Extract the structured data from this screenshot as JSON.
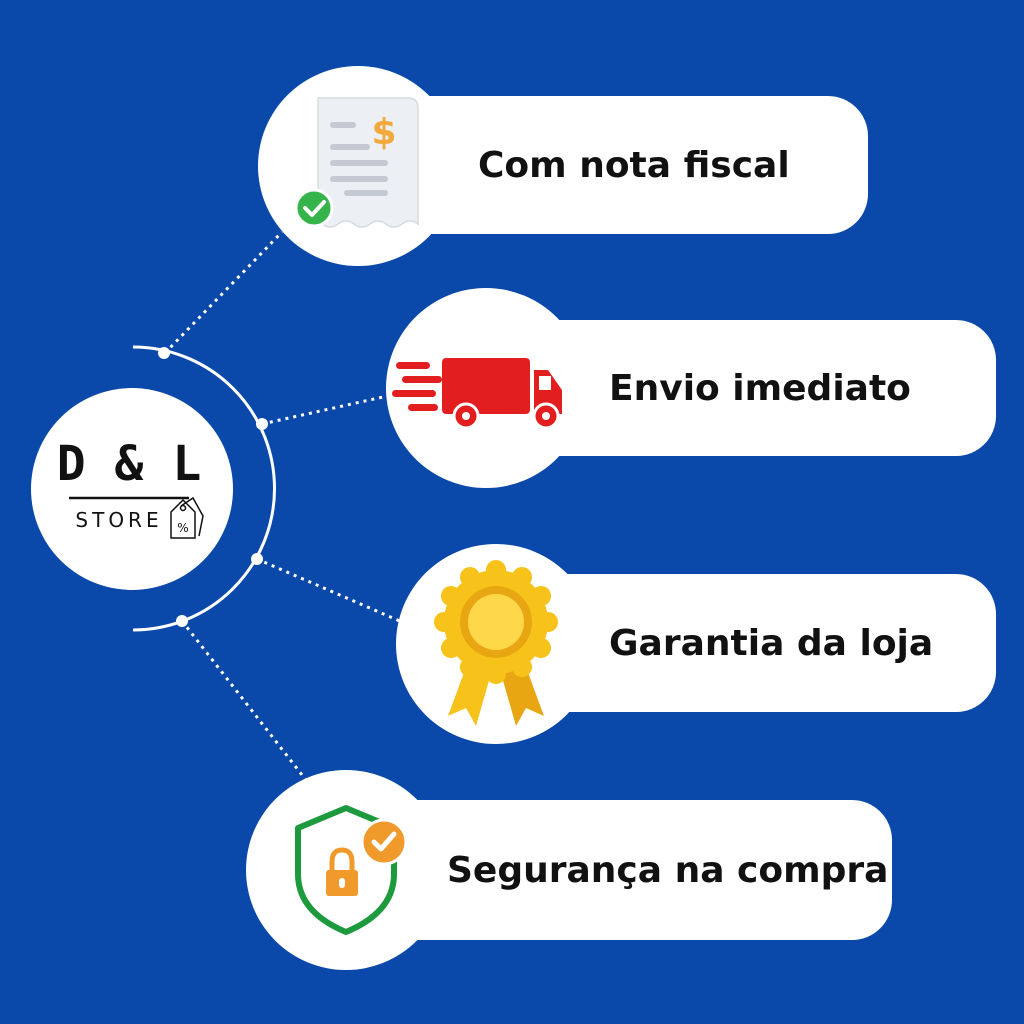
{
  "brand": {
    "logo_mark": "D & L",
    "logo_sub": "STORE",
    "tag_glyph": "%"
  },
  "features": [
    {
      "label": "Com nota fiscal",
      "icon": "receipt-dollar-check-icon"
    },
    {
      "label": "Envio imediato",
      "icon": "delivery-truck-icon"
    },
    {
      "label": "Garantia da loja",
      "icon": "award-ribbon-badge-icon"
    },
    {
      "label": "Segurança na compra",
      "icon": "security-shield-lock-icon"
    }
  ],
  "icon_glyphs": {
    "dollar": "$"
  },
  "colors": {
    "background": "#0A48AA",
    "card": "#FFFFFF",
    "text": "#111111",
    "truck_red": "#E31E1E",
    "check_green": "#34B44A",
    "medal_gold": "#F7C21A",
    "shield_green": "#1E9A3E",
    "lock_orange": "#F09A2B"
  }
}
